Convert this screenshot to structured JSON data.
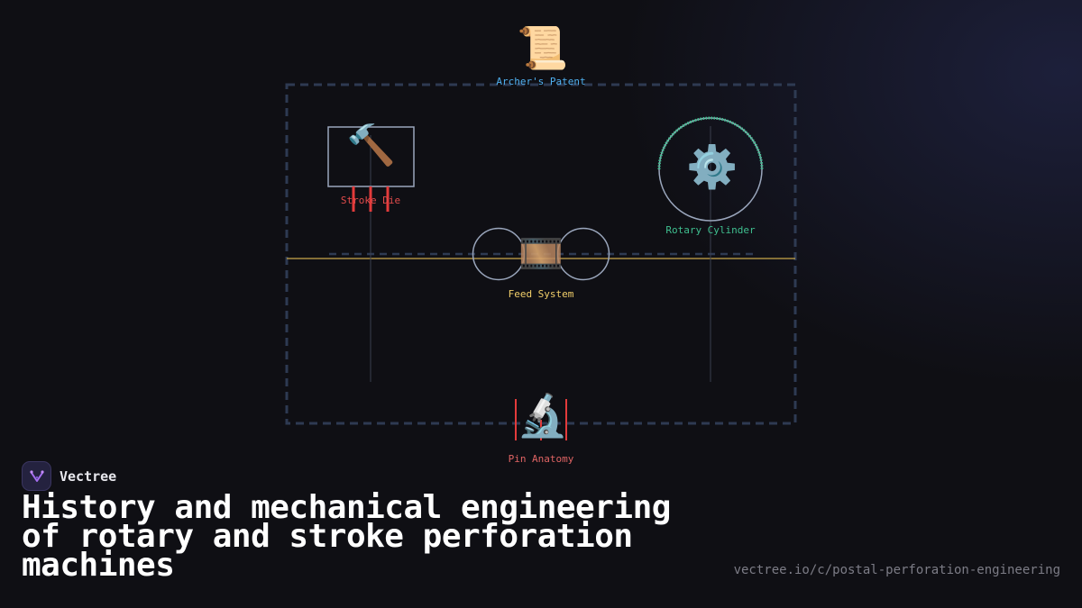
{
  "brand": {
    "name": "Vectree"
  },
  "title": "History and mechanical engineering of rotary and stroke perforation machines",
  "url": "vectree.io/c/postal-perforation-engineering",
  "diagram": {
    "nodes": {
      "patent": {
        "label": "Archer's Patent",
        "icon": "scroll-icon",
        "glyph": "📜",
        "color": "#4fb0f0"
      },
      "stroke": {
        "label": "Stroke Die",
        "icon": "hammer-icon",
        "glyph": "🔨",
        "color": "#e14b4b"
      },
      "rotary": {
        "label": "Rotary Cylinder",
        "icon": "gear-icon",
        "glyph": "⚙️",
        "color": "#3fbf8f"
      },
      "feed": {
        "label": "Feed System",
        "icon": "film-strip-icon",
        "glyph": "🎞️",
        "color": "#f2cf6a"
      },
      "pin": {
        "label": "Pin Anatomy",
        "icon": "microscope-icon",
        "glyph": "🔬",
        "color": "#e06464"
      }
    }
  },
  "colors": {
    "frame": "#2e3a52",
    "outline": "#9aa6bc",
    "feed_line": "#c9a84a",
    "pin_red": "#e33b3b"
  }
}
